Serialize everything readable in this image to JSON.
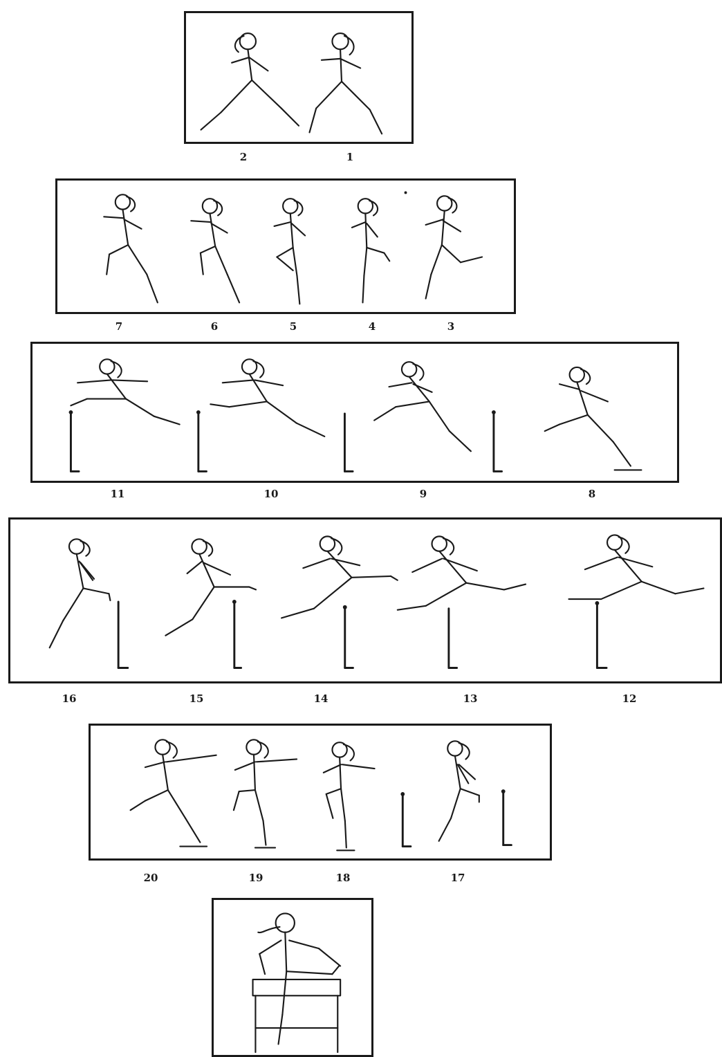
{
  "panels": [
    {
      "name": "row-1",
      "frames": [
        {
          "label": "2"
        },
        {
          "label": "1"
        }
      ]
    },
    {
      "name": "row-2",
      "frames": [
        {
          "label": "7"
        },
        {
          "label": "6"
        },
        {
          "label": "5"
        },
        {
          "label": "4"
        },
        {
          "label": "3"
        }
      ]
    },
    {
      "name": "row-3",
      "frames": [
        {
          "label": "11"
        },
        {
          "label": "10"
        },
        {
          "label": "9"
        },
        {
          "label": "8"
        }
      ]
    },
    {
      "name": "row-4",
      "frames": [
        {
          "label": "16"
        },
        {
          "label": "15"
        },
        {
          "label": "14"
        },
        {
          "label": "13"
        },
        {
          "label": "12"
        }
      ]
    },
    {
      "name": "row-5",
      "frames": [
        {
          "label": "20"
        },
        {
          "label": "19"
        },
        {
          "label": "18"
        },
        {
          "label": "17"
        }
      ]
    },
    {
      "name": "row-6",
      "frames": []
    }
  ],
  "style": {
    "ink": "#1a1a1a",
    "paper": "#ffffff"
  }
}
